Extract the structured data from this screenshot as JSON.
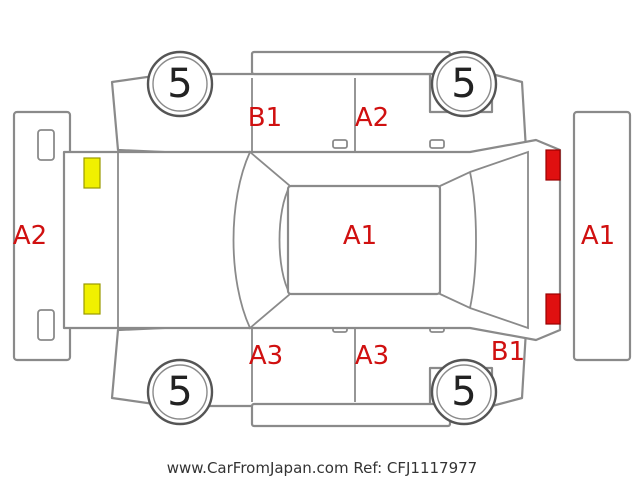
{
  "tires": {
    "front_left": "5",
    "front_right": "5",
    "rear_left": "5",
    "rear_right": "5"
  },
  "damage": {
    "front_bumper": "A2",
    "rear_bumper": "A1",
    "roof": "A1",
    "door_upper_front": "B1",
    "door_upper_rear": "A2",
    "door_lower_front": "A3",
    "door_lower_rear": "A3",
    "quarter_lower_rear": "B1"
  },
  "lamps": {
    "front_color": "#f0f000",
    "rear_color": "#e01010"
  },
  "footer": {
    "text": "www.CarFromJapan.com Ref: CFJ1117977"
  }
}
